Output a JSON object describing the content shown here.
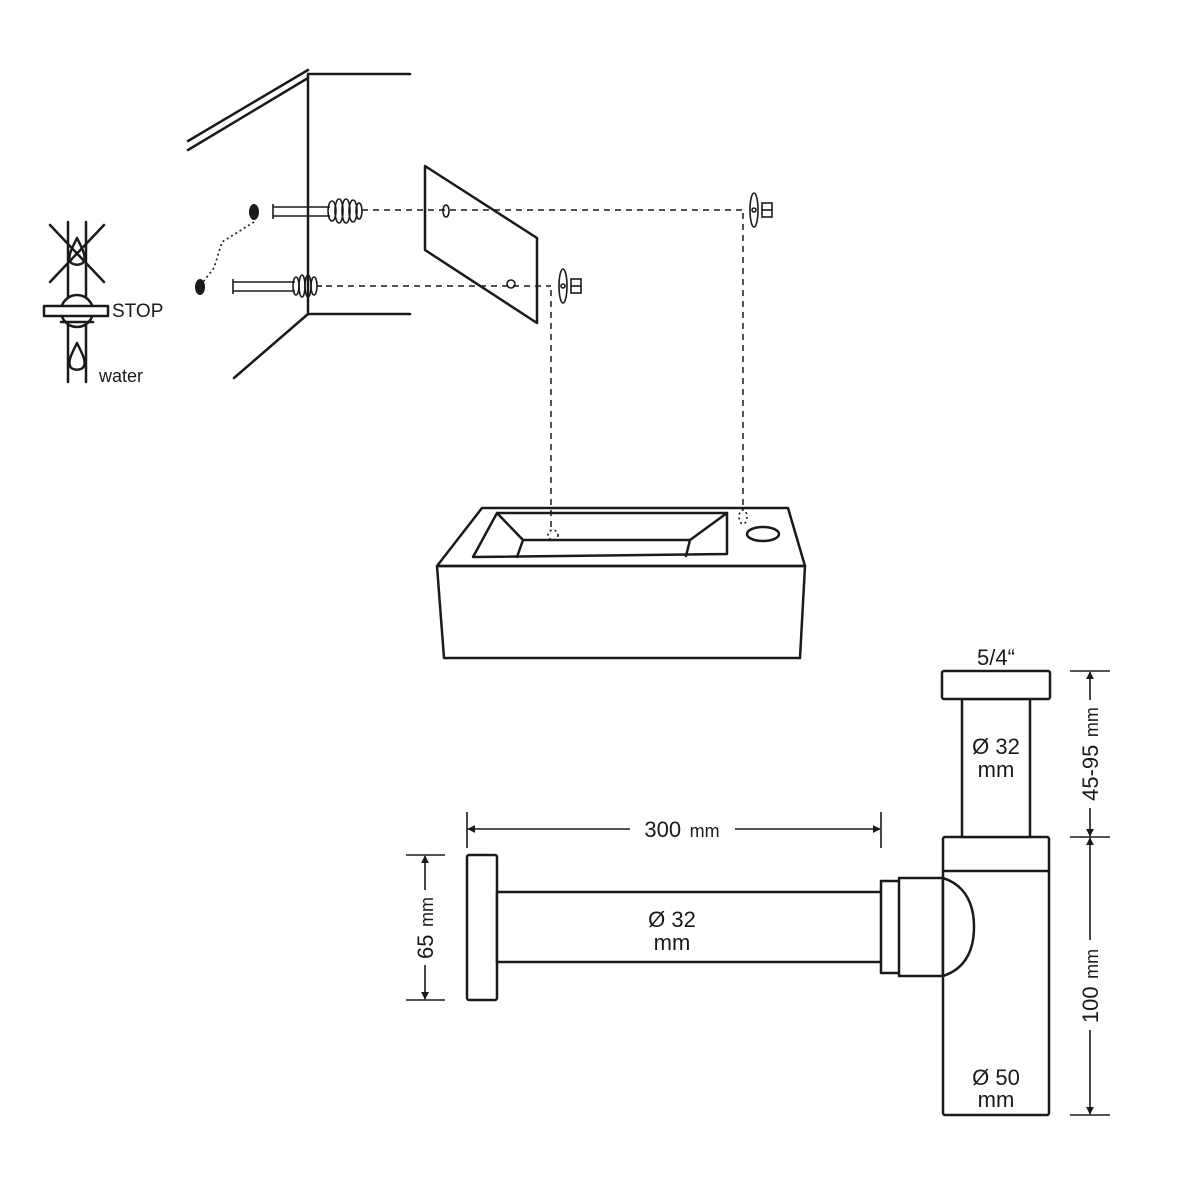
{
  "legend": {
    "stop_label": "STOP",
    "water_label": "water"
  },
  "siphon": {
    "connector_label": "5/4“",
    "upper_pipe_diameter": "Ø 32",
    "upper_pipe_unit": "mm",
    "horizontal_pipe_diameter": "Ø 32",
    "horizontal_pipe_unit": "mm",
    "body_diameter": "Ø 50",
    "body_unit": "mm"
  },
  "dimensions": {
    "length_value": "300",
    "length_unit": "mm",
    "flange_value": "65",
    "flange_unit": "mm",
    "upper_range_value": "45-95",
    "upper_range_unit": "mm",
    "body_value": "100",
    "body_unit": "mm"
  }
}
